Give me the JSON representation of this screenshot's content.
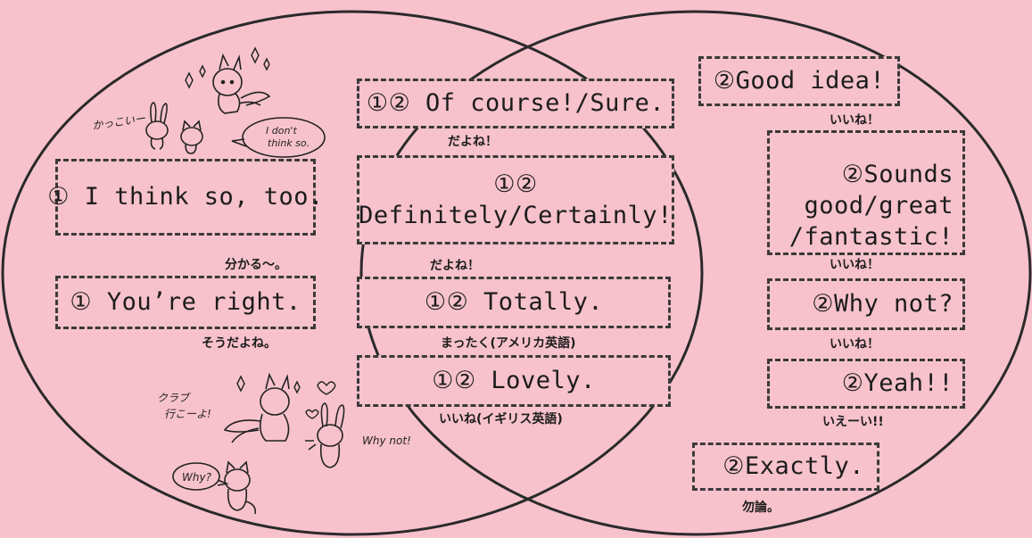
{
  "left_circle": {
    "phrases": [
      {
        "text": "① I think so, too.",
        "gloss": "分かる～。"
      },
      {
        "text": "① You’re right.",
        "gloss": "そうだよね。"
      }
    ]
  },
  "overlap": {
    "phrases": [
      {
        "text": "①② Of course!/Sure.",
        "gloss": "だよね！"
      },
      {
        "line1": "①②",
        "line2": "Definitely/Certainly!",
        "gloss": "だよね！"
      },
      {
        "text": "①② Totally.",
        "gloss": "まったく(アメリカ英語)"
      },
      {
        "text": "①② Lovely.",
        "gloss": "いいね(イギリス英語)"
      }
    ]
  },
  "right_circle": {
    "phrases": [
      {
        "text": "②Good idea!",
        "gloss": "いいね！"
      },
      {
        "line1": "②Sounds",
        "line2": "good/great",
        "line3": "/fantastic!",
        "gloss": "いいね！"
      },
      {
        "text": "②Why not?",
        "gloss": "いいね！"
      },
      {
        "text": "②Yeah!!",
        "gloss": "いえーい!!"
      },
      {
        "text": "②Exactly.",
        "gloss": "勿論。"
      }
    ]
  },
  "doodles": {
    "top": {
      "cool": "かっこいー",
      "bubble_line1": "I don't",
      "bubble_line2": "think so."
    },
    "bottom": {
      "club_line1": "クラブ",
      "club_line2": "行こーよ!",
      "why_not": "Why not!",
      "why": "Why?"
    }
  },
  "colors": {
    "background": "#f7c2cc",
    "ink": "#2a2a2a"
  }
}
